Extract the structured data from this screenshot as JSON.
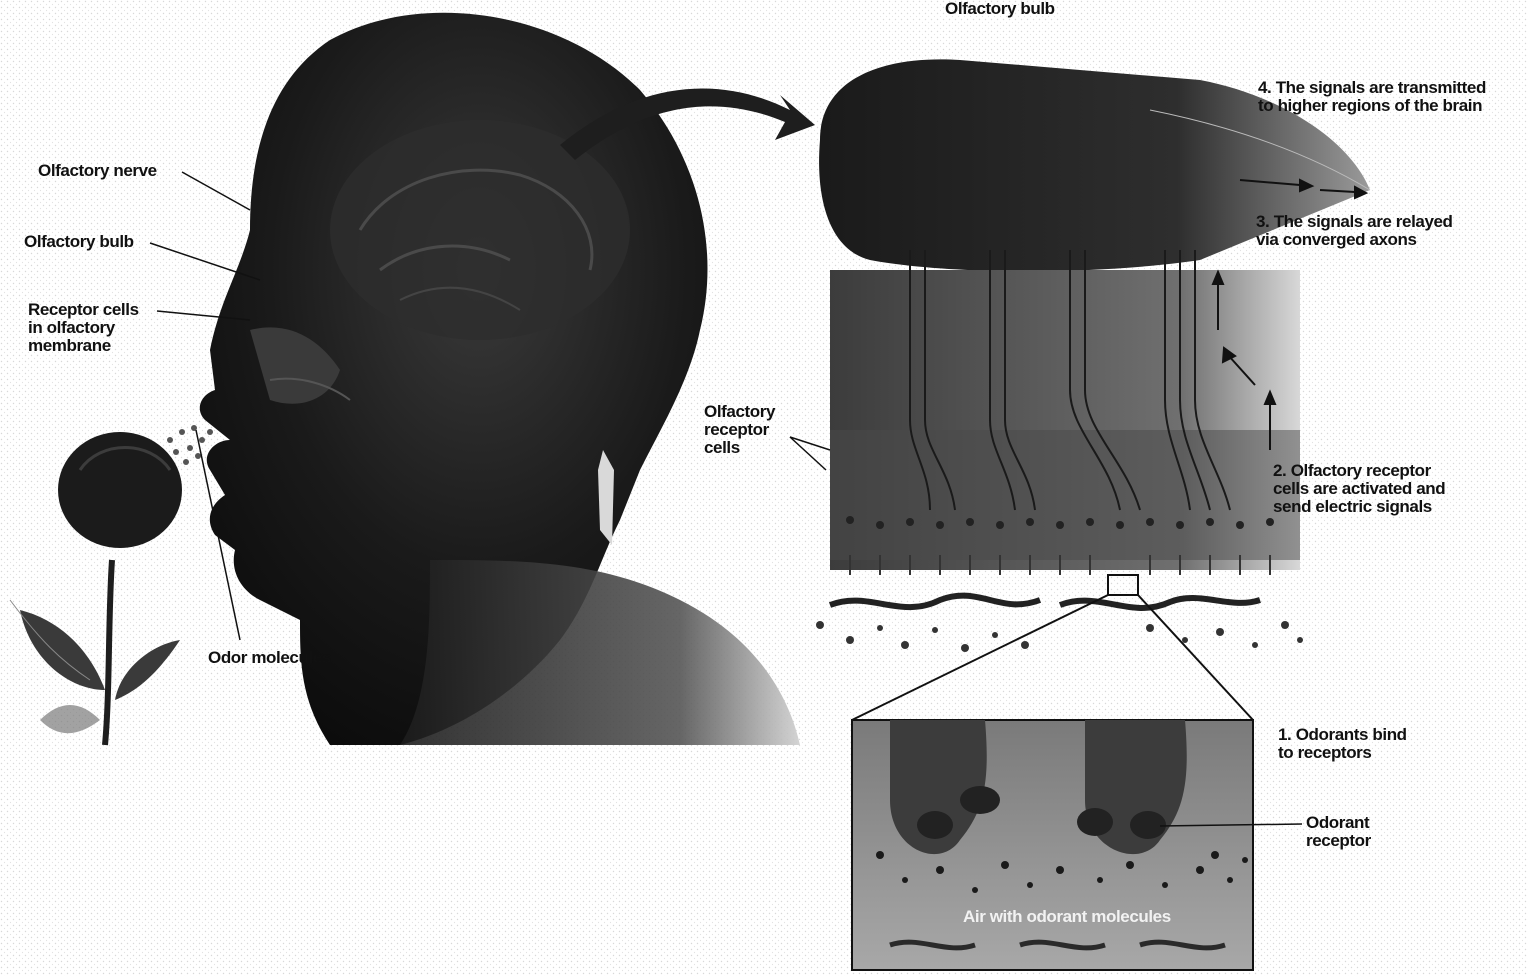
{
  "labels": {
    "olfactory_bulb_top": "Olfactory bulb",
    "olfactory_nerve": "Olfactory nerve",
    "olfactory_bulb_left": "Olfactory bulb",
    "receptor_cells": "Receptor cells\nin olfactory\nmembrane",
    "odor_molecules": "Odor molecules",
    "olfactory_receptor_cells": "Olfactory\nreceptor\ncells",
    "step4": "4. The signals are transmitted\nto higher regions of the brain",
    "step3": "3. The signals are relayed\nvia converged axons",
    "step2": "2. Olfactory receptor\ncells are activated and\nsend electric signals",
    "step1": "1. Odorants bind\nto receptors",
    "odorant_receptor": "Odorant\nreceptor",
    "air_odorant": "Air with odorant molecules"
  },
  "colors": {
    "background": "#ffffff",
    "silhouette": "#141414",
    "bulb_dark": "#1e1e1e",
    "membrane_gray": "#6e6e6e",
    "inset_bg": "#8a8a8a"
  }
}
